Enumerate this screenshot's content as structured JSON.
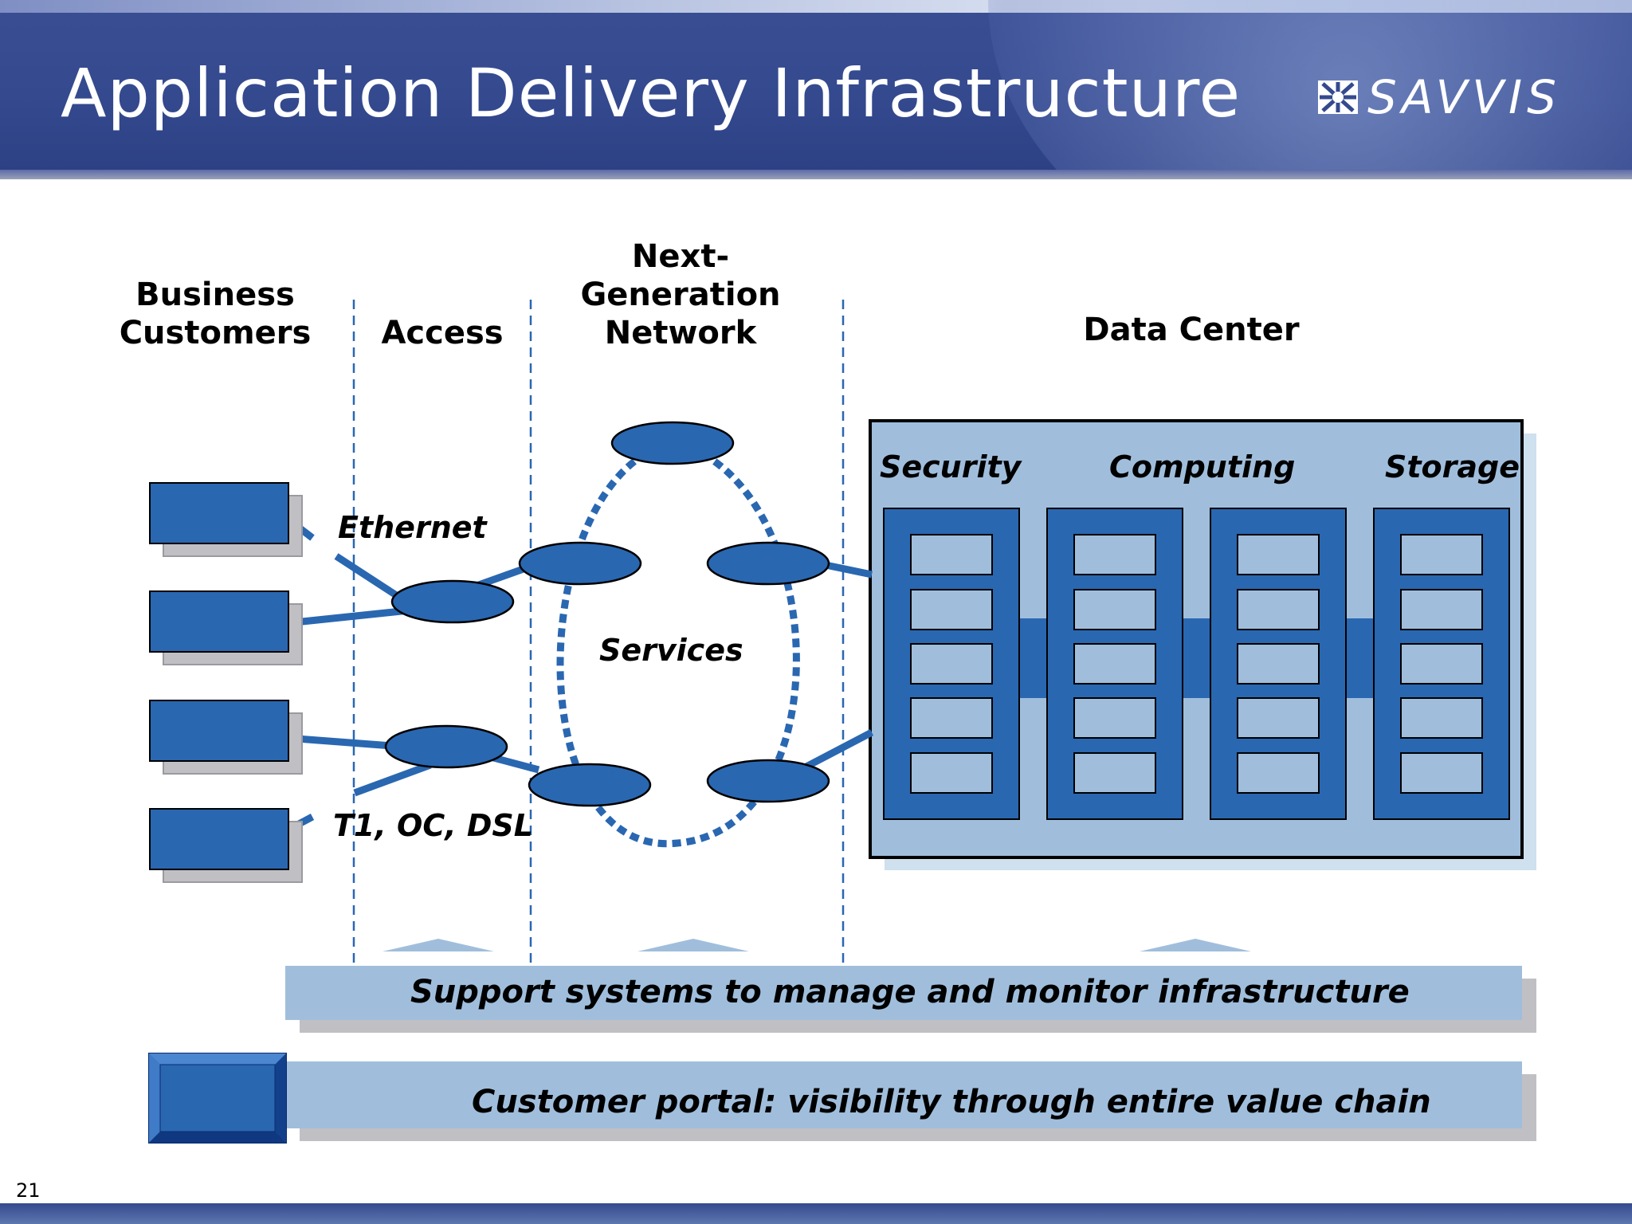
{
  "slide": {
    "title": "Application Delivery Infrastructure",
    "logo_text": "SAVVIS",
    "page_number": "21"
  },
  "columns": {
    "business_customers": [
      "Business",
      "Customers"
    ],
    "access": "Access",
    "network": [
      "Next-",
      "Generation",
      "Network"
    ],
    "data_center": "Data Center"
  },
  "labels": {
    "ethernet": "Ethernet",
    "t1": "T1, OC, DSL",
    "services": "Services"
  },
  "data_center": {
    "sections": [
      "Security",
      "Computing",
      "Storage"
    ]
  },
  "bars": {
    "support": "Support systems to manage and monitor infrastructure",
    "portal": "Customer portal:  visibility through entire value chain"
  },
  "colors": {
    "node_blue": "#2a67b1",
    "light_blue": "#a0bedc",
    "shadow_gray": "#c0c0c4",
    "header_blue": "#34498e"
  }
}
